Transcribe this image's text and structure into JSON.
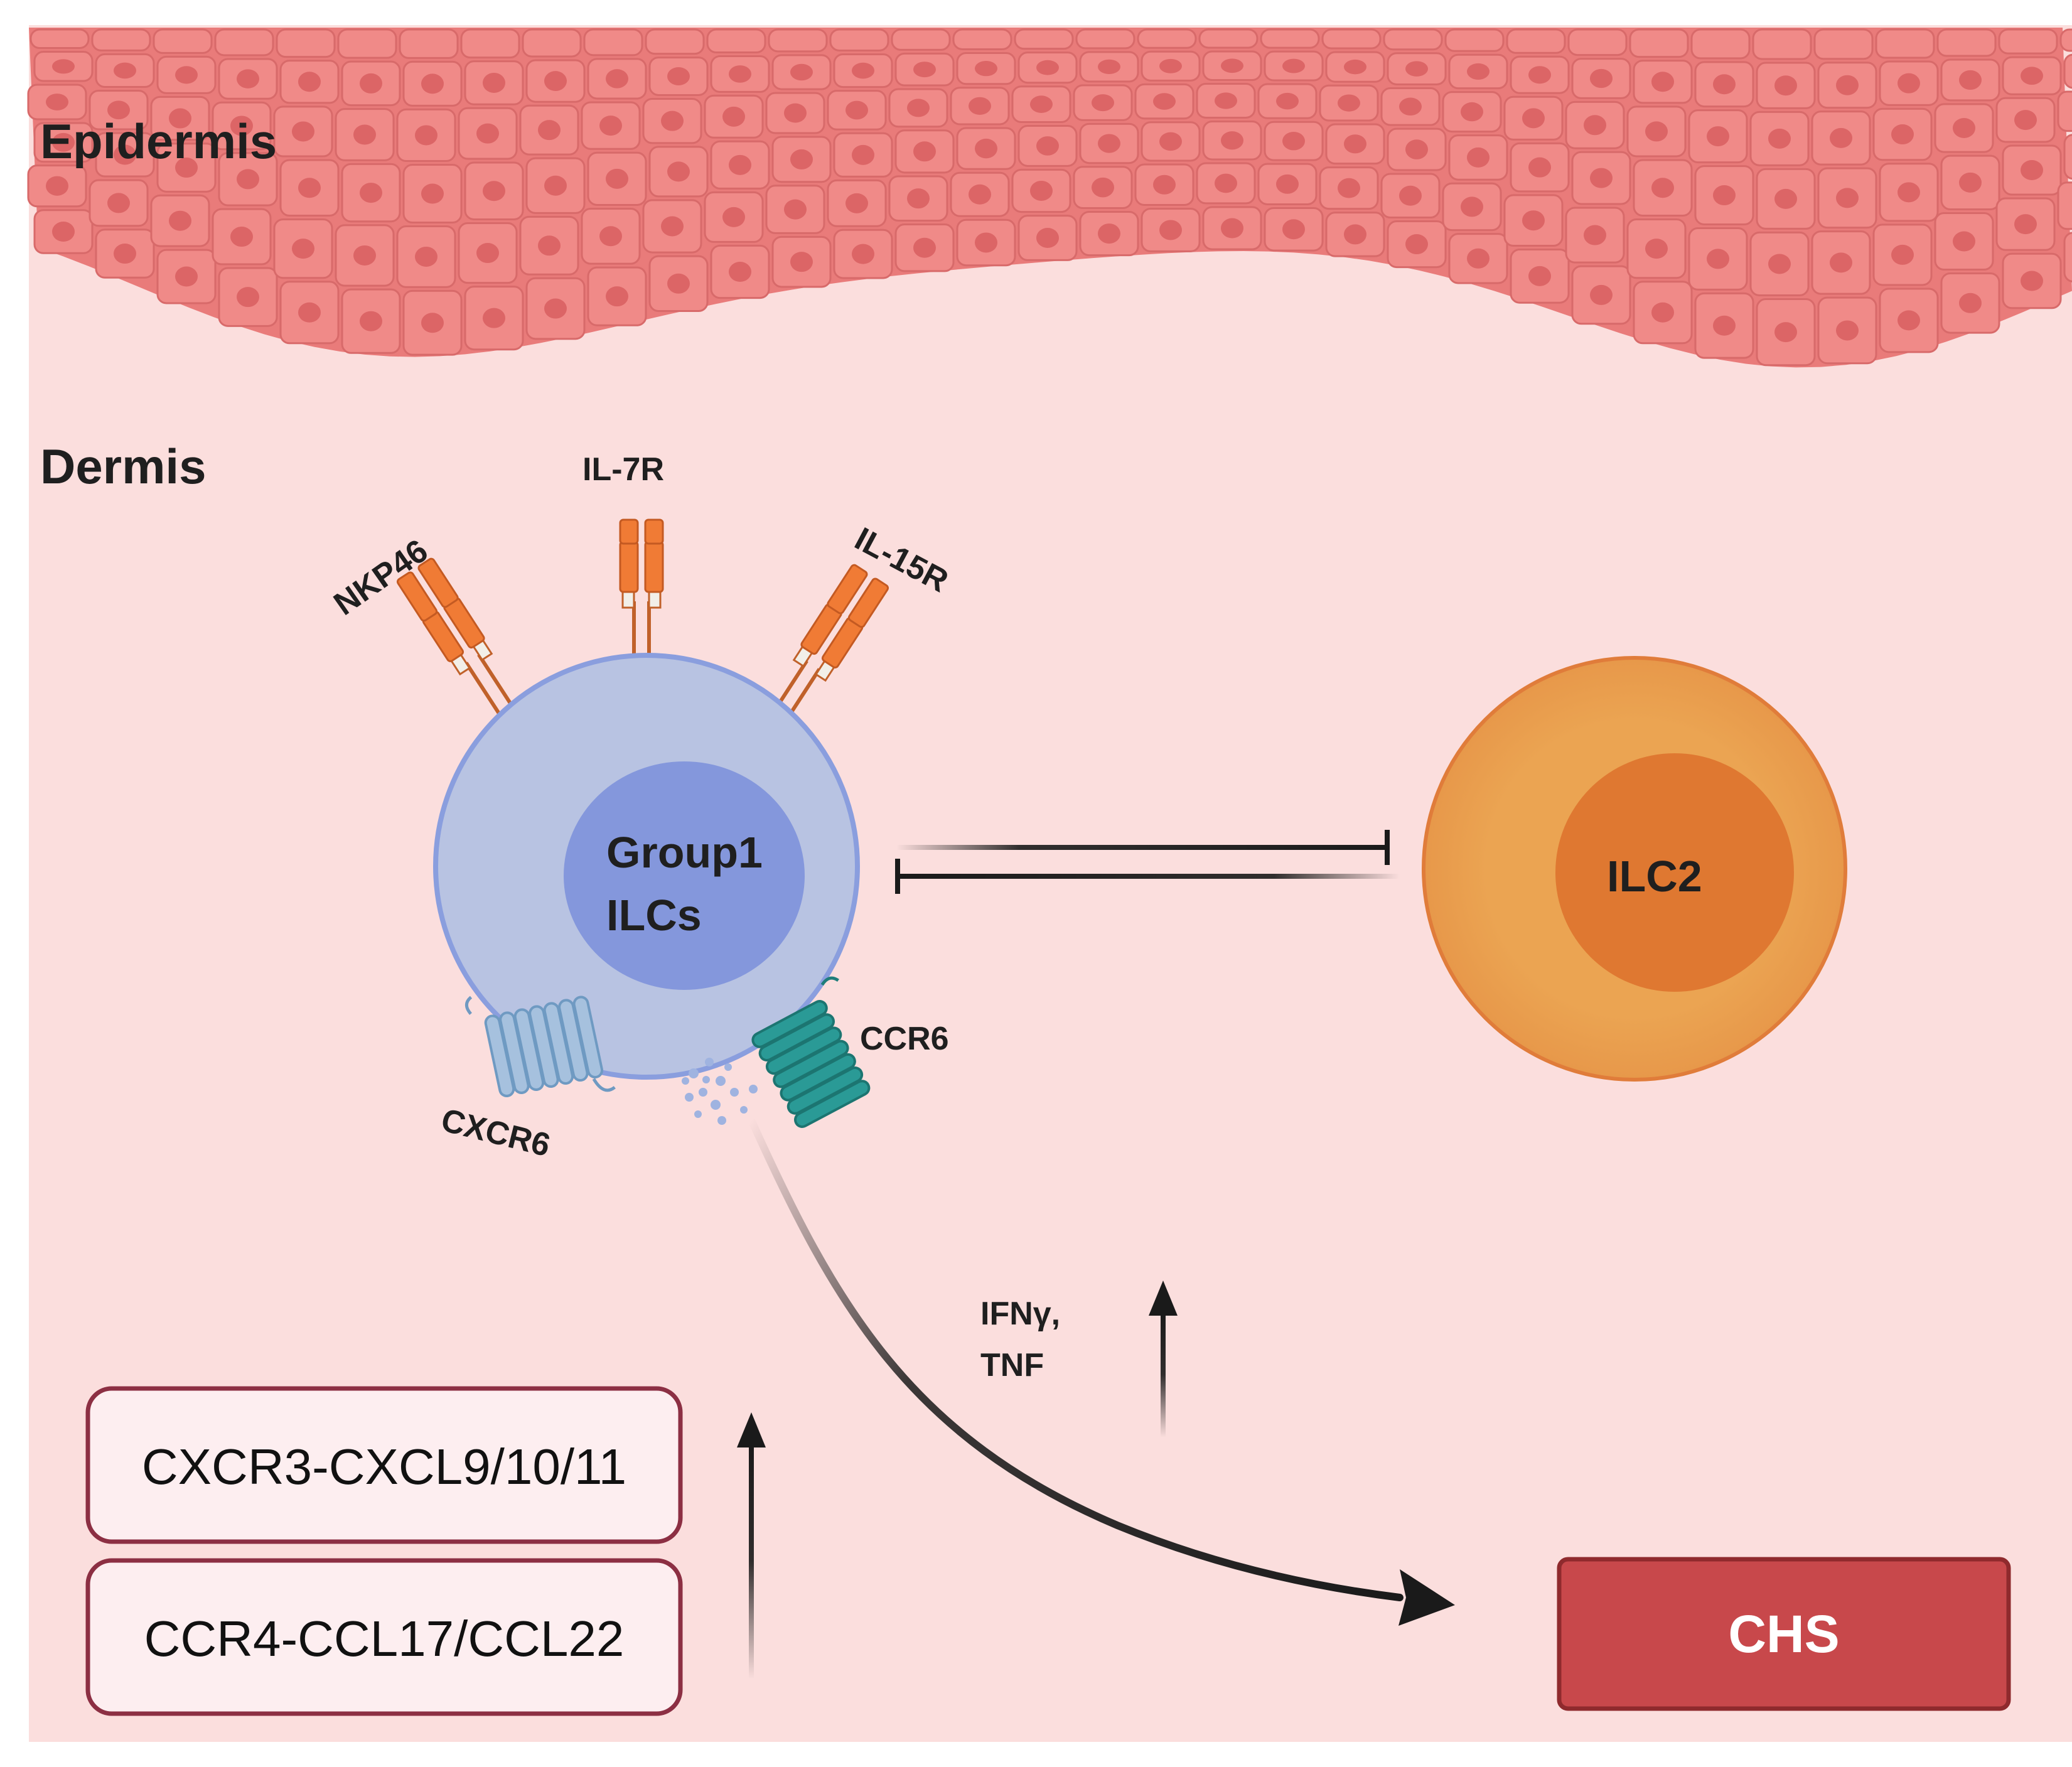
{
  "layers": {
    "epidermis": "Epidermis",
    "dermis": "Dermis"
  },
  "receptors": {
    "nkp46": "NKP46",
    "il7r": "IL-7R",
    "il15r": "IL-15R",
    "cxcr6": "CXCR6",
    "ccr6": "CCR6"
  },
  "cells": {
    "group1_line1": "Group1",
    "group1_line2": "ILCs",
    "ilc2": "ILC2"
  },
  "cytokines": {
    "line1": "IFNγ,",
    "line2": "TNF"
  },
  "chemokine_boxes": [
    {
      "label": "CXCR3-CXCL9/10/11"
    },
    {
      "label": "CCR4-CCL17/CCL22"
    }
  ],
  "outcome": "CHS",
  "colors": {
    "epidermis_cell": "#f08a88",
    "epidermis_border": "#d86a6a",
    "dermis": "#fbdedd",
    "group1_cell": "#b8c3e2",
    "group1_nucleus": "#8497dc",
    "ilc2_cell": "#eba452",
    "ilc2_nucleus": "#df7831",
    "receptor_orange": "#f07b35",
    "ccr6": "#2a9a96",
    "cxcr6": "#88aed0",
    "box_border": "#8c2f43",
    "chs_fill": "#c8484b"
  }
}
